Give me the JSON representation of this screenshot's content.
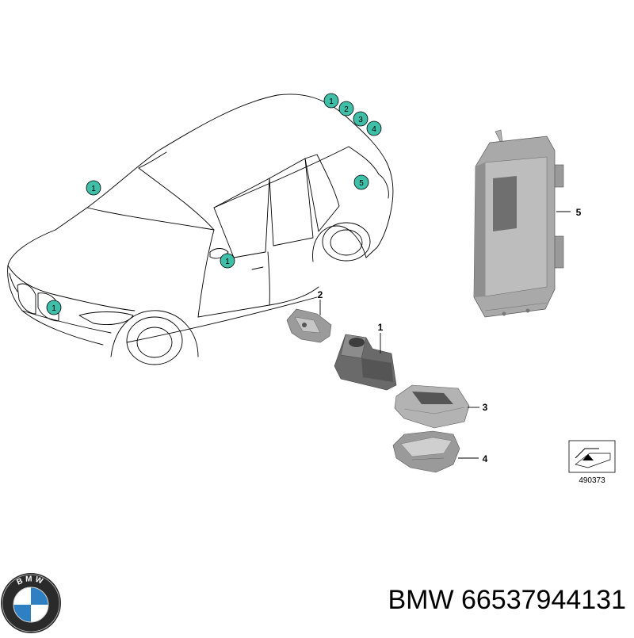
{
  "diagram": {
    "car_badges": [
      "1",
      "1",
      "1",
      "1",
      "2",
      "3",
      "4",
      "5"
    ],
    "callouts": [
      "1",
      "2",
      "3",
      "4",
      "5"
    ],
    "reference_code": "490373"
  },
  "logo": {
    "text": "BMW"
  },
  "caption": {
    "brand": "BMW",
    "part_number": "66537944131"
  },
  "colors": {
    "badge_fill": "#3fbfa8",
    "line": "#000000",
    "part_gray": "#8a8a8a"
  }
}
